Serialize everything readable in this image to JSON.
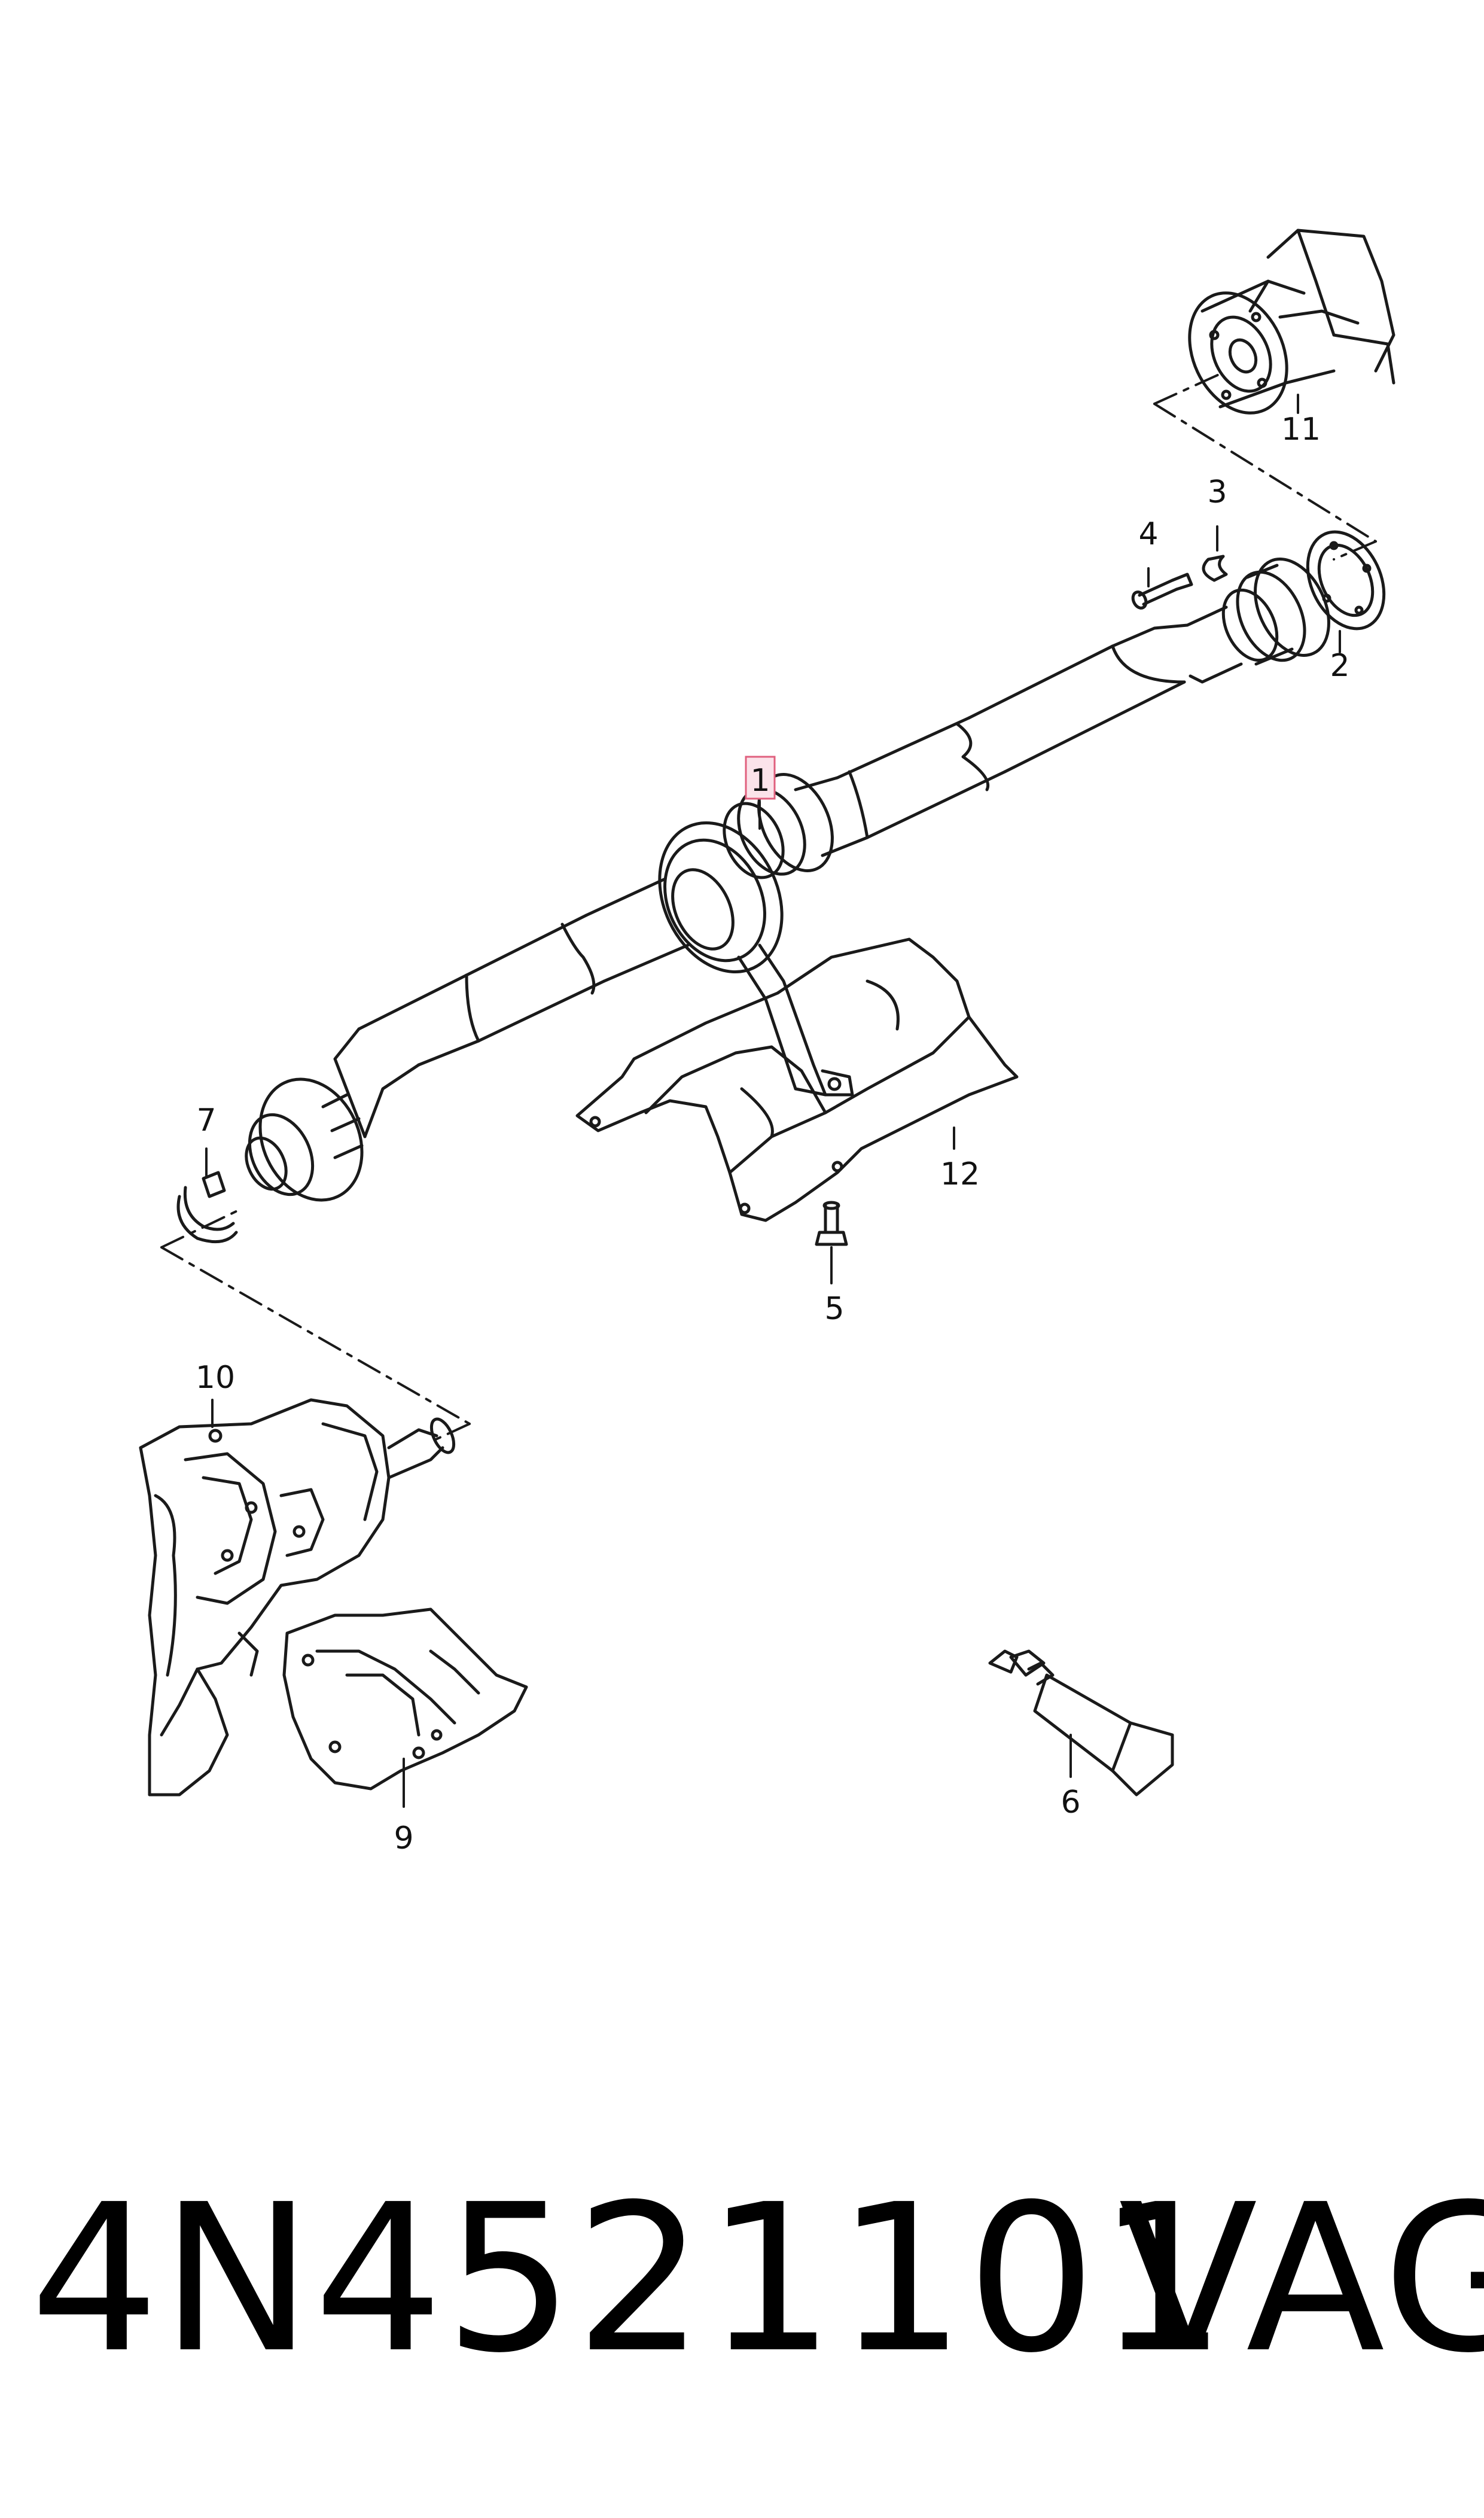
{
  "callouts": [
    {
      "id": "1",
      "label": "1",
      "highlighted": true
    },
    {
      "id": "2",
      "label": "2"
    },
    {
      "id": "3",
      "label": "3"
    },
    {
      "id": "4",
      "label": "4"
    },
    {
      "id": "5",
      "label": "5"
    },
    {
      "id": "6",
      "label": "6"
    },
    {
      "id": "7",
      "label": "7"
    },
    {
      "id": "9",
      "label": "9"
    },
    {
      "id": "10",
      "label": "10"
    },
    {
      "id": "11",
      "label": "11"
    },
    {
      "id": "12",
      "label": "12"
    }
  ],
  "footer": {
    "part_number": "4N4521101",
    "brand": "VAG"
  },
  "colors": {
    "line": "#1a1a1a",
    "highlight_fill": "#fbe3ea",
    "highlight_stroke": "#e0607e"
  }
}
